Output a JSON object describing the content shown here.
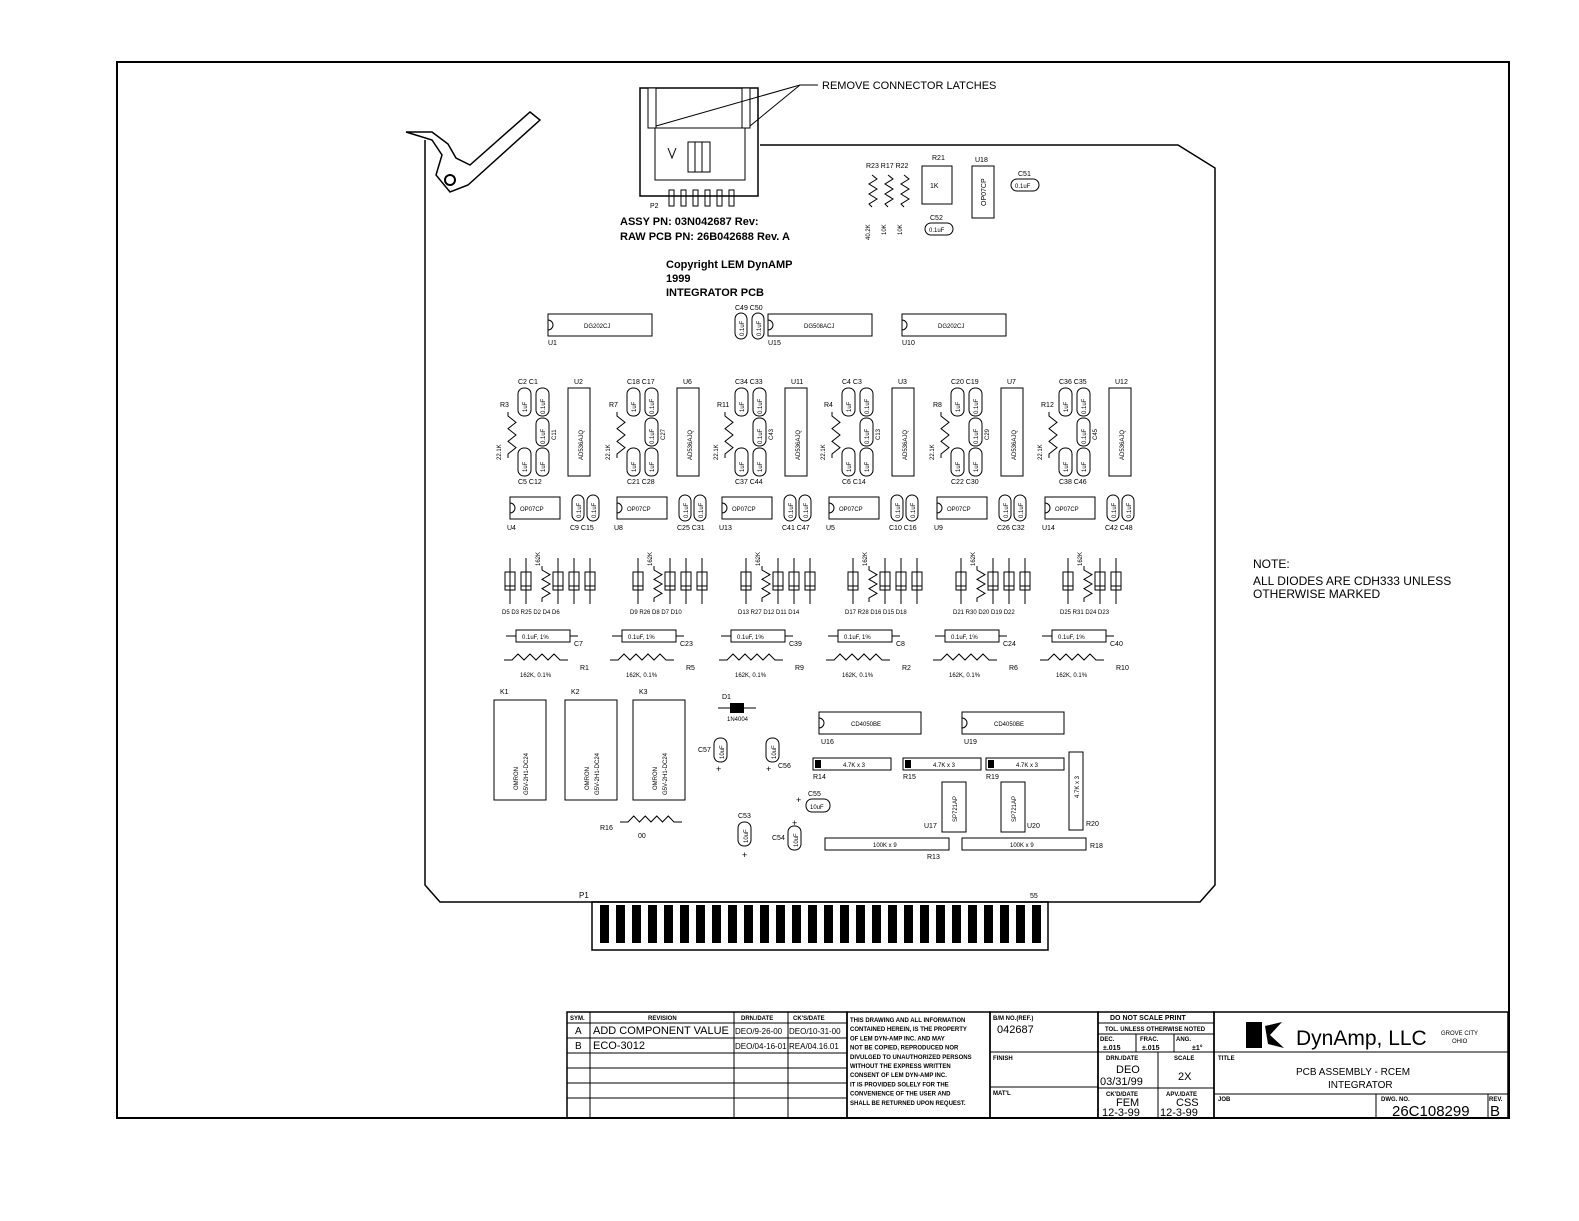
{
  "annotations": {
    "remove_latches": "REMOVE CONNECTOR LATCHES",
    "assy_pn": "ASSY PN: 03N042687   Rev:",
    "raw_pcb_pn": "RAW PCB PN:  26B042688 Rev. A",
    "copyright_1": "Copyright LEM DynAMP",
    "copyright_2": "1999",
    "copyright_3": "INTEGRATOR PCB",
    "note_title": "NOTE:",
    "note_line1": "ALL DIODES ARE CDH333 UNLESS",
    "note_line2": "OTHERWISE MARKED",
    "p1_label": "P1",
    "p1_pin": "55",
    "p2_label": "P2"
  },
  "top_components": {
    "r21": "R21",
    "r21_value": "1K",
    "r_names": "R23 R17 R22",
    "r_values": [
      "40.2K",
      "10K",
      "10K"
    ],
    "u18": "U18",
    "u18_part": "OP07CP",
    "c51": "C51",
    "c51_value": "0.1uF",
    "c52": "C52",
    "c52_value": "0.1uF"
  },
  "top_ics": [
    {
      "part": "DG202CJ",
      "ref": "U1"
    },
    {
      "part": "DG508ACJ",
      "ref": "U15"
    },
    {
      "part": "DG202CJ",
      "ref": "U10"
    }
  ],
  "c49_c50": "C49 C50",
  "cap_value_1uf": "1uF",
  "cap_value_01uf": "0.1uF",
  "integrator_channels": [
    {
      "r": "R3",
      "top_caps": "C2  C1",
      "u": "U2",
      "c_side": "C11",
      "bot_caps": "C5  C12"
    },
    {
      "r": "R7",
      "top_caps": "C18 C17",
      "u": "U6",
      "c_side": "C27",
      "bot_caps": "C21 C28"
    },
    {
      "r": "R11",
      "top_caps": "C34 C33",
      "u": "U11",
      "c_side": "C43",
      "bot_caps": "C37 C44"
    },
    {
      "r": "R4",
      "top_caps": "C4  C3",
      "u": "U3",
      "c_side": "C13",
      "bot_caps": "C6  C14"
    },
    {
      "r": "R8",
      "top_caps": "C20 C19",
      "u": "U7",
      "c_side": "C29",
      "bot_caps": "C22 C30"
    },
    {
      "r": "R12",
      "top_caps": "C36 C35",
      "u": "U12",
      "c_side": "C45",
      "bot_caps": "C38 C46"
    }
  ],
  "res_221k": "22.1K",
  "ad536": "AD536AJQ",
  "op07_row": [
    {
      "u": "U4",
      "caps": "C9  C15"
    },
    {
      "u": "U8",
      "caps": "C25 C31"
    },
    {
      "u": "U13",
      "caps": "C41 C47"
    },
    {
      "u": "U5",
      "caps": "C10 C16"
    },
    {
      "u": "U9",
      "caps": "C26 C32"
    },
    {
      "u": "U14",
      "caps": "C42 C48"
    }
  ],
  "op07": "OP07CP",
  "diode_groups": [
    "D5  D3 R25 D2  D4  D6",
    "D9 R26 D8  D7 D10",
    "D13 R27 D12 D11 D14",
    "D17 R28 D16 D15 D18",
    "D21 R30 D20 D19 D22",
    "D25 R31 D24 D23"
  ],
  "res_162k": "162K",
  "film_caps": [
    {
      "c": "C7",
      "r": "R1"
    },
    {
      "c": "C23",
      "r": "R5"
    },
    {
      "c": "C39",
      "r": "R9"
    },
    {
      "c": "C8",
      "r": "R2"
    },
    {
      "c": "C24",
      "r": "R6"
    },
    {
      "c": "C40",
      "r": "R10"
    }
  ],
  "film_cap_value": "0.1uF, 1%",
  "film_res_value": "162K, 0.1%",
  "relays": [
    {
      "ref": "K1",
      "part1": "OMRON",
      "part2": "G5V-2H1-DC24"
    },
    {
      "ref": "K2",
      "part1": "OMRON",
      "part2": "G5V-2H1-DC24"
    },
    {
      "ref": "K3",
      "part1": "OMRON",
      "part2": "G5V-2H1-DC24"
    }
  ],
  "d1": "D1",
  "d1_part": "1N4004",
  "cap_10uf": "10uF",
  "c57": "C57",
  "c56": "C56",
  "c55": "C55",
  "c53": "C53",
  "c54": "C54",
  "plus": "+",
  "r16": "R16",
  "r16_value": "00",
  "cd4050": [
    {
      "part": "CD4050BE",
      "ref": "U16"
    },
    {
      "part": "CD4050BE",
      "ref": "U19"
    }
  ],
  "sips": [
    {
      "value": "4.7K x 3",
      "ref": "R14"
    },
    {
      "value": "4.7K x 3",
      "ref": "R15"
    },
    {
      "value": "4.7K x 3",
      "ref": "R19"
    }
  ],
  "r20": "R20",
  "r20_value": "4.7K x 3",
  "sp721": [
    {
      "part": "SP721AP",
      "ref": "U17"
    },
    {
      "part": "SP721AP",
      "ref": "U20"
    }
  ],
  "r100k": [
    {
      "value": "100K x 9",
      "ref": "R13"
    },
    {
      "value": "100K x 9",
      "ref": "R18"
    }
  ],
  "title_block": {
    "rev_table_headers": [
      "SYM.",
      "REVISION",
      "DRN./DATE",
      "CK'S/DATE"
    ],
    "rev_rows": [
      {
        "sym": "A",
        "rev": "ADD COMPONENT VALUE",
        "drn": "DEO/9-26-00",
        "ck": "DEO/10-31-00"
      },
      {
        "sym": "B",
        "rev": "ECO-3012",
        "drn": "DEO/04-16-01",
        "ck": "REA/04.16.01"
      }
    ],
    "proprietary": [
      "THIS DRAWING AND ALL INFORMATION",
      "CONTAINED HEREIN, IS THE PROPERTY",
      "OF LEM DYN-AMP INC. AND MAY",
      "NOT BE COPIED, REPRODUCED NOR",
      "DIVULGED TO UNAUTHORIZED PERSONS",
      "WITHOUT THE EXPRESS WRITTEN",
      "CONSENT OF LEM DYN-AMP INC.",
      "IT IS PROVIDED SOLELY FOR THE",
      "CONVENIENCE OF THE USER AND",
      "SHALL BE RETURNED UPON REQUEST."
    ],
    "bm_label": "B/M NO.(REF.)",
    "bm_value": "042687",
    "finish_label": "FINISH",
    "matl_label": "MAT'L",
    "do_not_scale": "DO NOT SCALE PRINT",
    "tol": "TOL. UNLESS OTHERWISE NOTED",
    "dec_label": "DEC.",
    "dec_val": "±.015",
    "frac_label": "FRAC.",
    "frac_val": "±.015",
    "ang_label": "ANG.",
    "ang_val": "±1°",
    "drn_label": "DRN./DATE",
    "drn_name": "DEO",
    "drn_date": "03/31/99",
    "scale_label": "SCALE",
    "scale_val": "2X",
    "ck_label": "CK'D/DATE",
    "ck_name": "FEM",
    "ck_date": "12-3-99",
    "apv_label": "APV./DATE",
    "apv_name": "CSS",
    "apv_date": "12-3-99",
    "company": "DynAmp, LLC",
    "location_1": "GROVE CITY",
    "location_2": "OHIO",
    "title_label": "TITLE",
    "title_1": "PCB ASSEMBLY - RCEM",
    "title_2": "INTEGRATOR",
    "job_label": "JOB",
    "dwg_label": "DWG. NO.",
    "dwg_no": "26C108299",
    "rev_label": "REV.",
    "rev_val": "B"
  }
}
